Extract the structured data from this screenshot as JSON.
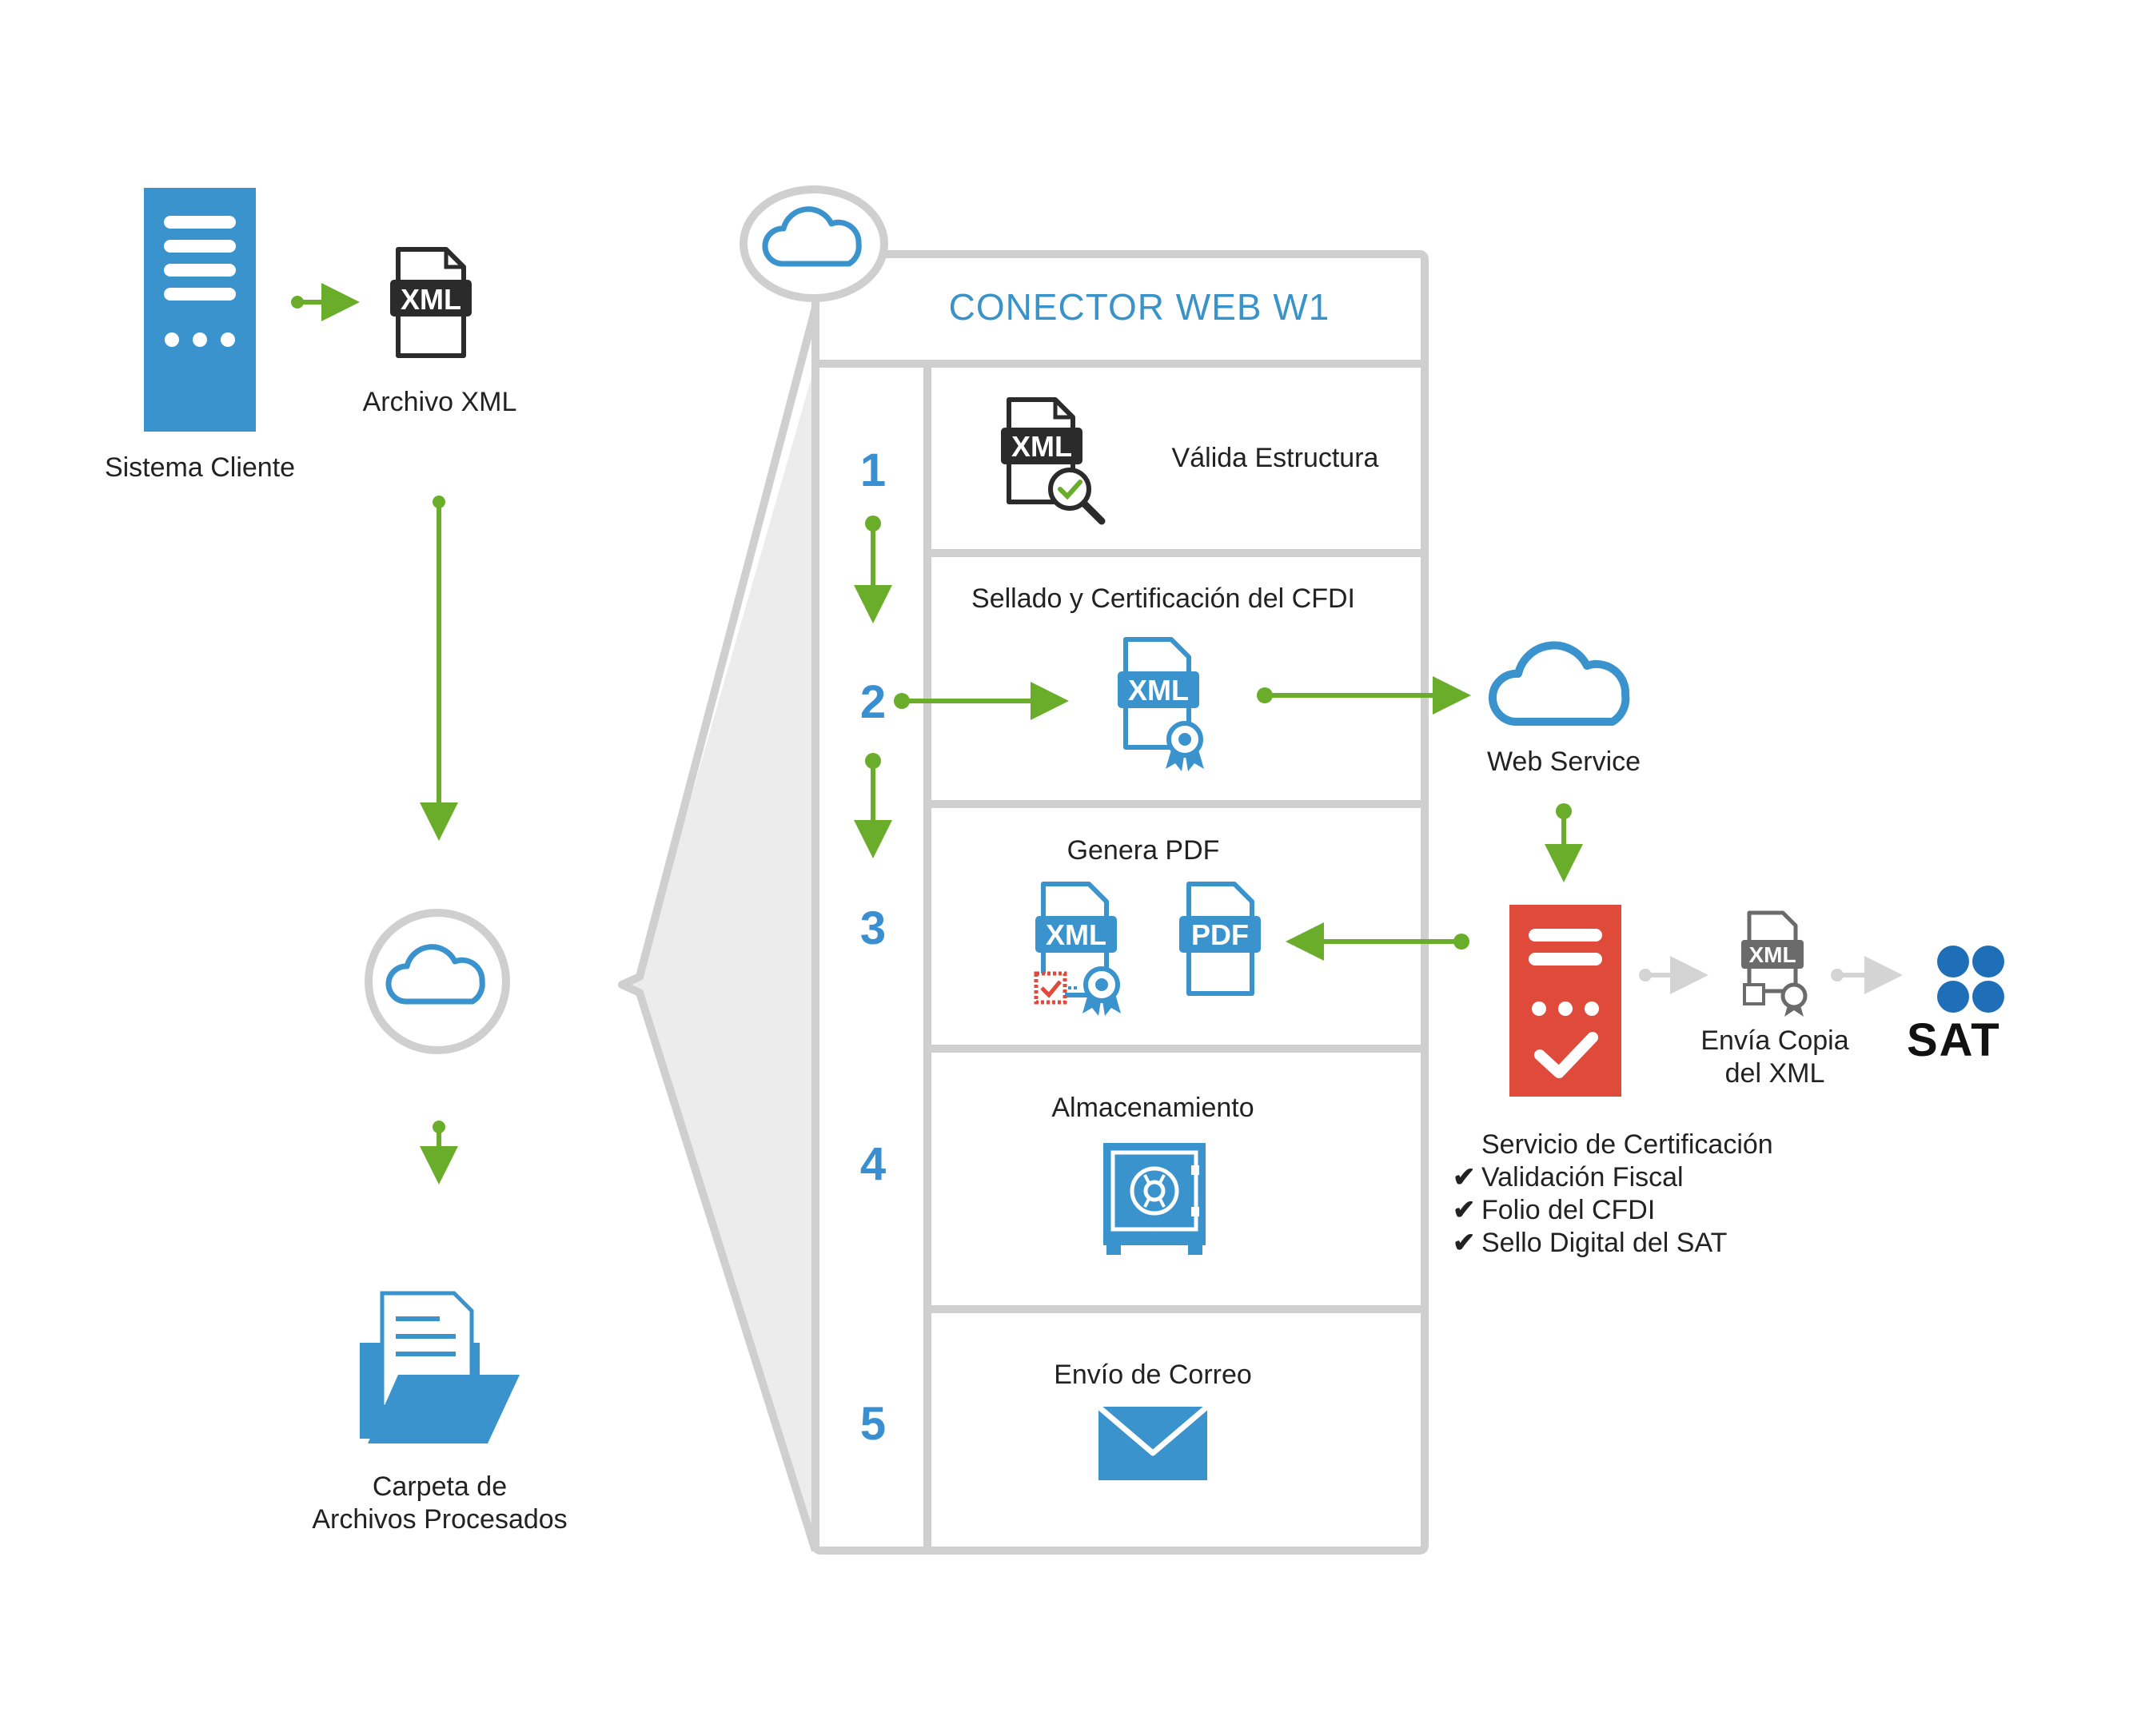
{
  "title": "CONECTOR WEB W1",
  "colors": {
    "blue": "#3a93cd",
    "green": "#6aad2b",
    "red": "#e04a3a",
    "frame": "#cfcfcf",
    "dark": "#2b2b2b"
  },
  "left": {
    "client_label": "Sistema Cliente",
    "xml_label": "Archivo  XML",
    "folder_label_1": "Carpeta de",
    "folder_label_2": "Archivos  Procesados"
  },
  "steps": [
    {
      "num": "1",
      "label": "Válida Estructura"
    },
    {
      "num": "2",
      "label": "Sellado y  Certificación del CFDI"
    },
    {
      "num": "3",
      "label": "Genera PDF"
    },
    {
      "num": "4",
      "label": "Almacenamiento"
    },
    {
      "num": "5",
      "label": "Envío de Correo"
    }
  ],
  "icons": {
    "xml_text": "XML",
    "pdf_text": "PDF"
  },
  "right": {
    "webservice_label": "Web Service",
    "cert_title": "Servicio de Certificación",
    "cert_items": [
      "Validación Fiscal",
      "Folio del CFDI",
      "Sello Digital del SAT"
    ],
    "check_mark": "✔",
    "copy_label_1": "Envía Copia",
    "copy_label_2": "del XML",
    "sat_text": "SAT"
  }
}
